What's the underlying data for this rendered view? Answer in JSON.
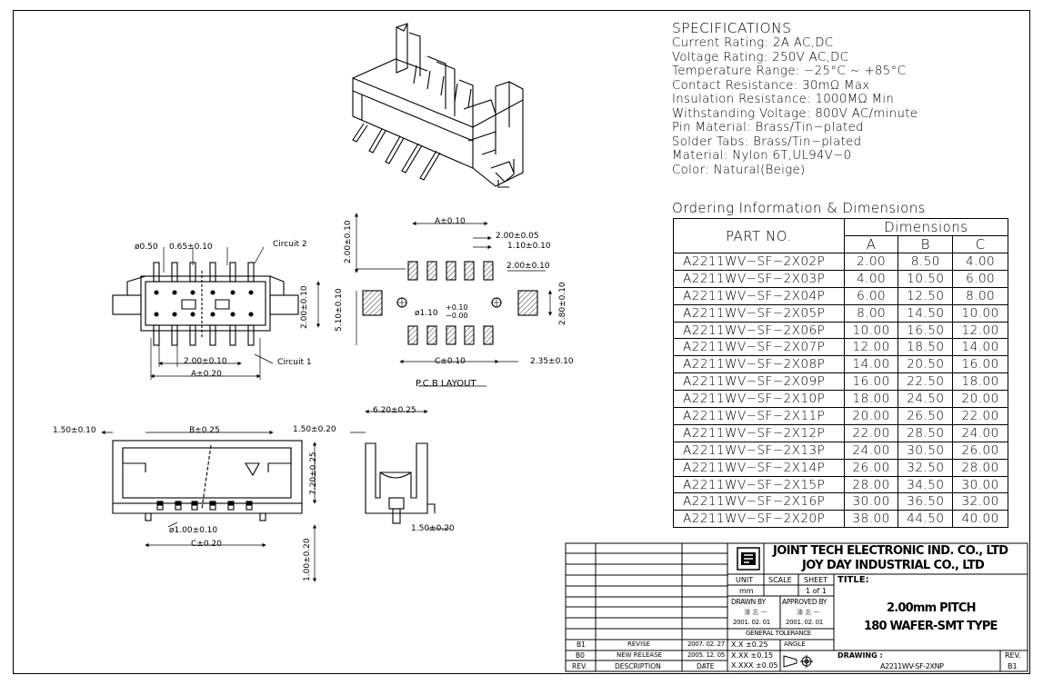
{
  "specifications": {
    "heading": "SPECIFICATIONS",
    "lines": [
      "Current Rating: 2A AC,DC",
      "Voltage Rating: 250V AC,DC",
      "Temperature Range: −25°C ~ +85°C",
      "Contact Resistance: 30mΩ Max",
      "Insulation Resistance: 1000MΩ Min",
      "Withstanding Voltage: 800V AC/minute",
      "Pin Material: Brass/Tin−plated",
      "Solder Tabs: Brass/Tin−plated",
      "Material: Nylon 6T,UL94V−0",
      "Color: Natural(Beige)"
    ]
  },
  "ordering": {
    "heading": "Ordering Information & Dimensions",
    "col_part": "PART NO.",
    "col_dims": "Dimensions",
    "col_a": "A",
    "col_b": "B",
    "col_c": "C",
    "rows": [
      [
        "A2211WV−SF−2X02P",
        "2.00",
        "8.50",
        "4.00"
      ],
      [
        "A2211WV−SF−2X03P",
        "4.00",
        "10.50",
        "6.00"
      ],
      [
        "A2211WV−SF−2X04P",
        "6.00",
        "12.50",
        "8.00"
      ],
      [
        "A2211WV−SF−2X05P",
        "8.00",
        "14.50",
        "10.00"
      ],
      [
        "A2211WV−SF−2X06P",
        "10.00",
        "16.50",
        "12.00"
      ],
      [
        "A2211WV−SF−2X07P",
        "12.00",
        "18.50",
        "14.00"
      ],
      [
        "A2211WV−SF−2X08P",
        "14.00",
        "20.50",
        "16.00"
      ],
      [
        "A2211WV−SF−2X09P",
        "16.00",
        "22.50",
        "18.00"
      ],
      [
        "A2211WV−SF−2X10P",
        "18.00",
        "24.50",
        "20.00"
      ],
      [
        "A2211WV−SF−2X11P",
        "20.00",
        "26.50",
        "22.00"
      ],
      [
        "A2211WV−SF−2X12P",
        "22.00",
        "28.50",
        "24.00"
      ],
      [
        "A2211WV−SF−2X13P",
        "24.00",
        "30.50",
        "26.00"
      ],
      [
        "A2211WV−SF−2X14P",
        "26.00",
        "32.50",
        "28.00"
      ],
      [
        "A2211WV−SF−2X15P",
        "28.00",
        "34.50",
        "30.00"
      ],
      [
        "A2211WV−SF−2X16P",
        "30.00",
        "36.50",
        "32.00"
      ],
      [
        "A2211WV−SF−2X20P",
        "38.00",
        "44.50",
        "40.00"
      ]
    ]
  },
  "drawing": {
    "pcb_layout_label": "P.C.B LAYOUT",
    "top_view": {
      "d_pin": "ø0.50",
      "pin_w": "0.65±0.10",
      "circuit2": "Circuit 2",
      "circuit1": "Circuit 1",
      "pitch": "2.00±0.10",
      "a_dim": "A±0.20",
      "row_pitch": "2.00±0.10"
    },
    "pcb": {
      "a_dim": "A±0.10",
      "pitch": "2.00±0.05",
      "pad_w": "1.10±0.10",
      "pad_h": "2.00±0.10",
      "tab_w": "2.00±0.10",
      "hole": "ø1.10",
      "hole_tol_plus": "+0.10",
      "hole_tol_minus": "−0.00",
      "row_span": "5.10±0.10",
      "tab_h": "2.80±0.10",
      "c_dim": "C±0.10",
      "edge": "2.35±0.10"
    },
    "front": {
      "side": "1.50±0.10",
      "b_dim": "B±0.25",
      "height": "7.20±0.25",
      "hole": "ø1.00±0.10",
      "c_dim": "C±0.20",
      "pin_len": "1.00±0.20"
    },
    "side": {
      "top": "1.50±0.20",
      "depth": "6.20±0.25",
      "foot": "1.50±0.20"
    }
  },
  "title_block": {
    "company1": "JOINT TECH ELECTRONIC IND. CO., LTD",
    "company2": "JOY DAY INDUSTRIAL CO., LTD",
    "unit_label": "UNIT",
    "unit_value": "mm",
    "scale_label": "SCALE",
    "sheet_label": "SHEET",
    "sheet_value": "1 of 1",
    "title_label": "TITLE:",
    "title_line1": "2.00mm PITCH",
    "title_line2": "180 WAFER-SMT TYPE",
    "drawn_by_label": "DRAWN BY",
    "approved_by_label": "APPROVED BY",
    "drawn_by_name": "潘 志 一",
    "approved_by_name": "潘 志 一",
    "drawn_date": "2001. 02. 01",
    "approved_date": "2001. 02. 01",
    "general_tolerance": "GENERAL TOLERANCE",
    "tol1": "X.X ±0.25",
    "tol2": "X.XX ±0.15",
    "tol3": "X.XXX ±0.05",
    "angle_label": "ANGLE",
    "drawing_label": "DRAWING :",
    "drawing_no": "A2211WV-SF-2XNP",
    "rev_label": "REV.",
    "rev_value": "B1",
    "rev_rows": [
      {
        "rev": "B1",
        "desc": "REVISE",
        "date": "2007. 02. 27"
      },
      {
        "rev": "B0",
        "desc": "NEW RELEASE",
        "date": "2005. 12. 05"
      }
    ],
    "hdr_rev": "REV.",
    "hdr_desc": "DESCRIPTION",
    "hdr_date": "DATE"
  }
}
